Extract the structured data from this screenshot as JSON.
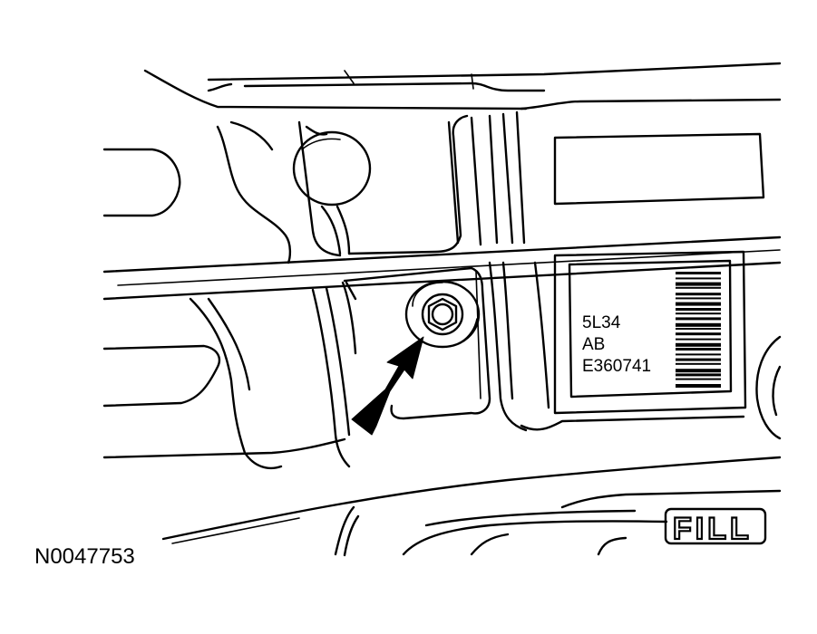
{
  "figure_id": "N0047753",
  "id_tag": {
    "lines": [
      "5L34",
      "AB",
      "E360741"
    ]
  },
  "cast_marking": "FILL",
  "colors": {
    "ink": "#000000",
    "paper": "#ffffff"
  }
}
